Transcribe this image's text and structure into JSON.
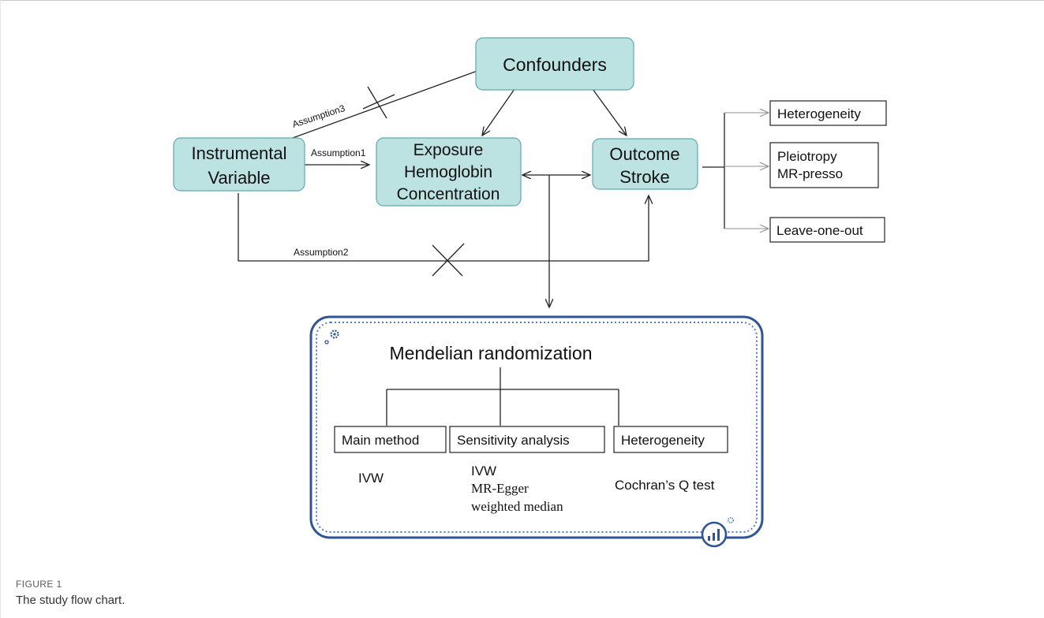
{
  "diagram": {
    "nodes": {
      "confounders": "Confounders",
      "instrumental": [
        "Instrumental",
        "Variable"
      ],
      "exposure": [
        "Exposure",
        "Hemoglobin",
        "Concentration"
      ],
      "outcome": [
        "Outcome",
        "Stroke"
      ]
    },
    "assumptions": {
      "a1": "Assumption1",
      "a2": "Assumption2",
      "a3": "Assumption3"
    },
    "right_boxes": {
      "heterogeneity": "Heterogeneity",
      "pleiotropy": [
        "Pleiotropy",
        "MR-presso"
      ],
      "leave_one_out": "Leave-one-out"
    },
    "mr_panel": {
      "title": "Mendelian randomization",
      "methods": [
        {
          "label": "Main method",
          "details": [
            "IVW"
          ]
        },
        {
          "label": "Sensitivity analysis",
          "details": [
            "IVW",
            "MR-Egger",
            "weighted median"
          ]
        },
        {
          "label": "Heterogeneity",
          "details": [
            "Cochran’s Q test"
          ]
        }
      ]
    },
    "colors": {
      "node_fill": "#bde2e2",
      "node_stroke": "#5da9b0",
      "panel_stroke": "#2f5597",
      "line": "#222222",
      "gray_arrow": "#8f8f8f"
    },
    "icons": [
      "gear-icon",
      "chart-icon"
    ]
  },
  "caption": {
    "label": "FIGURE 1",
    "text": "The study flow chart."
  }
}
